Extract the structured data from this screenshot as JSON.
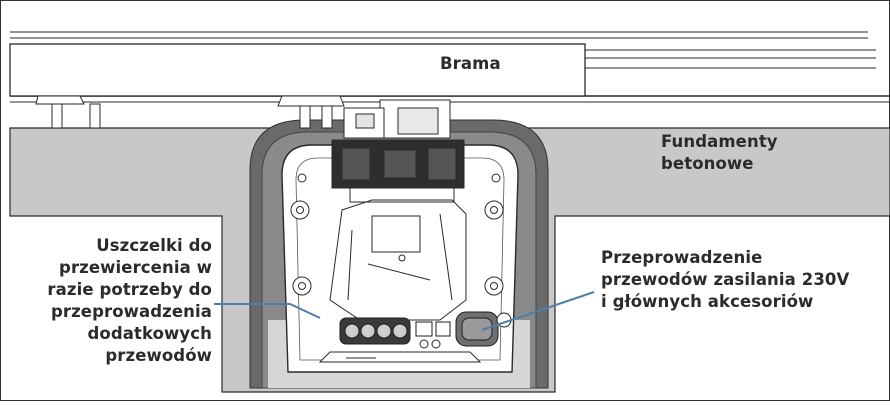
{
  "labels": {
    "gate": "Brama",
    "foundation": [
      "Fundamenty",
      "betonowe"
    ],
    "seals": [
      "Uszczelki do",
      "przewiercenia w",
      "razie potrzeby do",
      "przeprowadzenia",
      "dodatkowych",
      "przewodów"
    ],
    "cable_entry": [
      "Przeprowadzenie",
      "przewodów zasilania 230V",
      "i głównych akcesoriów"
    ]
  },
  "colors": {
    "concrete": "#c8c8c8",
    "concrete_dark": "#5f5f5f",
    "line": "#2a2a2a",
    "leader": "#4d7faa",
    "text": "#2b2b2b"
  }
}
